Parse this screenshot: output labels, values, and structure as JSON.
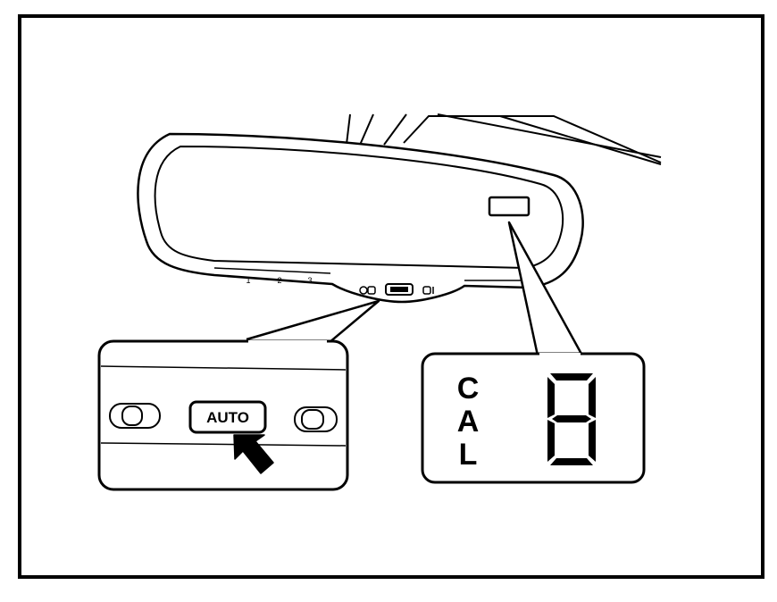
{
  "mirror": {
    "labels": [
      "1",
      "2",
      "3"
    ]
  },
  "callout_buttons": {
    "auto_label": "AUTO"
  },
  "compass_display": {
    "letters": [
      "C",
      "A",
      "L"
    ],
    "digit": "8"
  },
  "colors": {
    "ink": "#000000",
    "paper": "#ffffff"
  }
}
